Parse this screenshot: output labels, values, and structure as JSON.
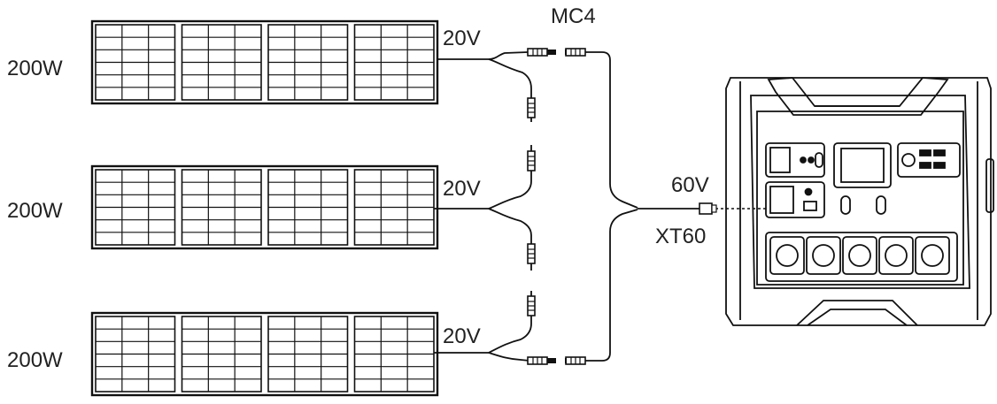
{
  "panels": [
    {
      "power": "200W",
      "voltage": "20V"
    },
    {
      "power": "200W",
      "voltage": "20V"
    },
    {
      "power": "200W",
      "voltage": "20V"
    }
  ],
  "connector_label": "MC4",
  "output_voltage": "60V",
  "output_connector": "XT60"
}
